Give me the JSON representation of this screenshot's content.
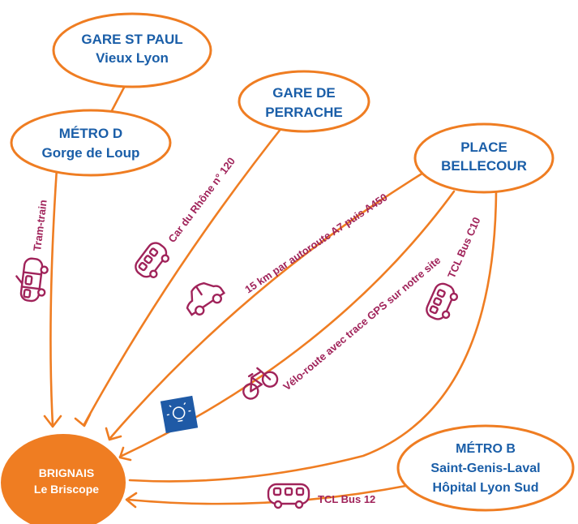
{
  "nodes": {
    "gare_st_paul": {
      "line1": "GARE ST PAUL",
      "line2": "Vieux Lyon"
    },
    "gare_perrache": {
      "line1": "GARE DE",
      "line2": "PERRACHE"
    },
    "metro_d": {
      "line1": "MÉTRO D",
      "line2": "Gorge de Loup"
    },
    "place_bellecour": {
      "line1": "PLACE",
      "line2": "BELLECOUR"
    },
    "brignais": {
      "line1": "BRIGNAIS",
      "line2": "Le Briscope"
    },
    "metro_b": {
      "line1": "MÉTRO B",
      "line2": "Saint-Genis-Laval",
      "line3": "Hôpital Lyon Sud"
    }
  },
  "routes": {
    "tram_train": "Tram-train",
    "car_rhone": "Car du Rhône n° 120",
    "autoroute": "15 km par autoroute A7 puis A450",
    "velo": "Vélo-route avec trace GPS sur notre site",
    "tcl_c10": "TCL Bus C10",
    "tcl_12": "TCL Bus 12"
  },
  "icons": [
    "tram-icon",
    "bus-icon",
    "car-icon",
    "bicycle-icon",
    "lightbulb-icon"
  ],
  "colors": {
    "accent": "#ef7d22",
    "node_text": "#1a5ea8",
    "route_text": "#a0235a",
    "badge": "#1f5aa6"
  }
}
